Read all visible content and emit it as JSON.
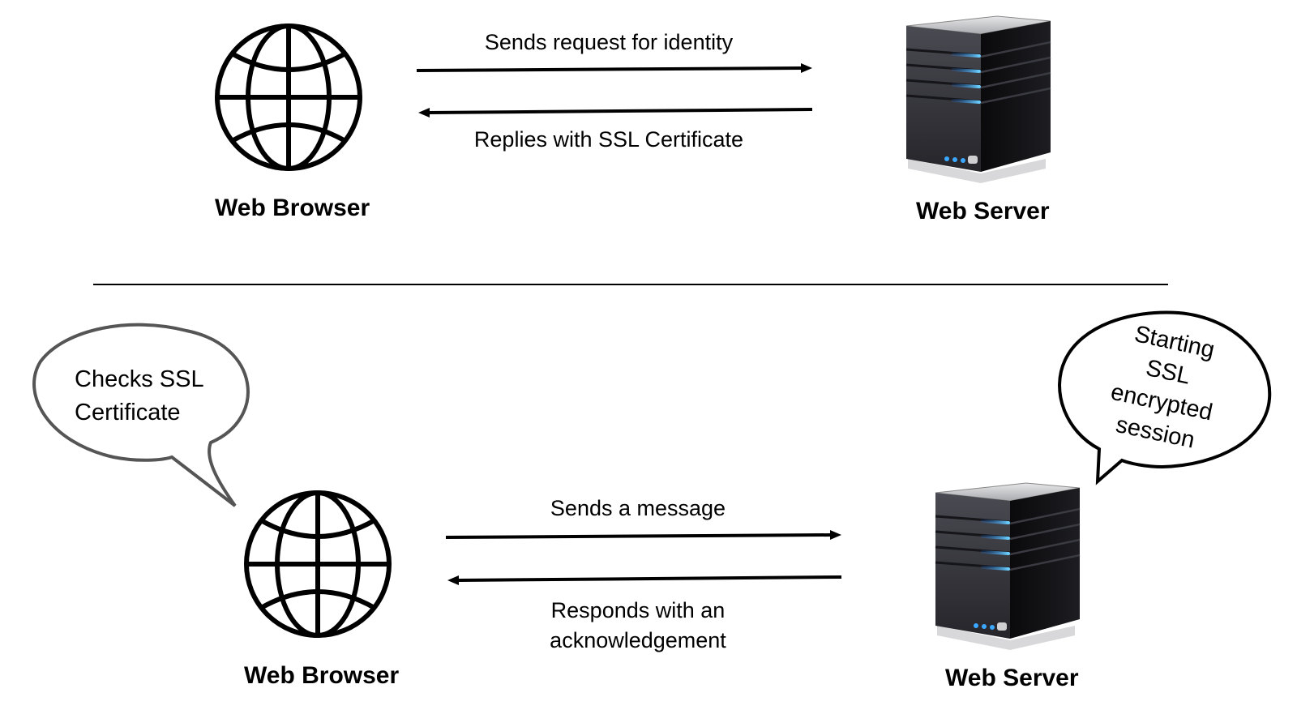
{
  "diagram": {
    "title": "SSL handshake between Web Browser and Web Server",
    "colors": {
      "line": "#000000",
      "bubble_left_stroke": "#555555",
      "server_led": "#3aa8ff",
      "server_body": "#2b2b30"
    },
    "top_panel": {
      "browser": {
        "icon": "globe-icon",
        "label": "Web Browser"
      },
      "server": {
        "icon": "server-icon",
        "label": "Web Server"
      },
      "messages": [
        {
          "direction": "browser-to-server",
          "text": "Sends request for identity"
        },
        {
          "direction": "server-to-browser",
          "text": "Replies with SSL Certificate"
        }
      ]
    },
    "bottom_panel": {
      "browser": {
        "icon": "globe-icon",
        "label": "Web Browser",
        "speech_bubble": [
          "Checks SSL",
          "Certificate"
        ]
      },
      "server": {
        "icon": "server-icon",
        "label": "Web Server",
        "speech_bubble": [
          "Starting",
          "SSL",
          "encrypted",
          "session"
        ]
      },
      "messages": [
        {
          "direction": "browser-to-server",
          "text": "Sends a message"
        },
        {
          "direction": "server-to-browser",
          "text_lines": [
            "Responds with an",
            "acknowledgement"
          ]
        }
      ]
    }
  }
}
